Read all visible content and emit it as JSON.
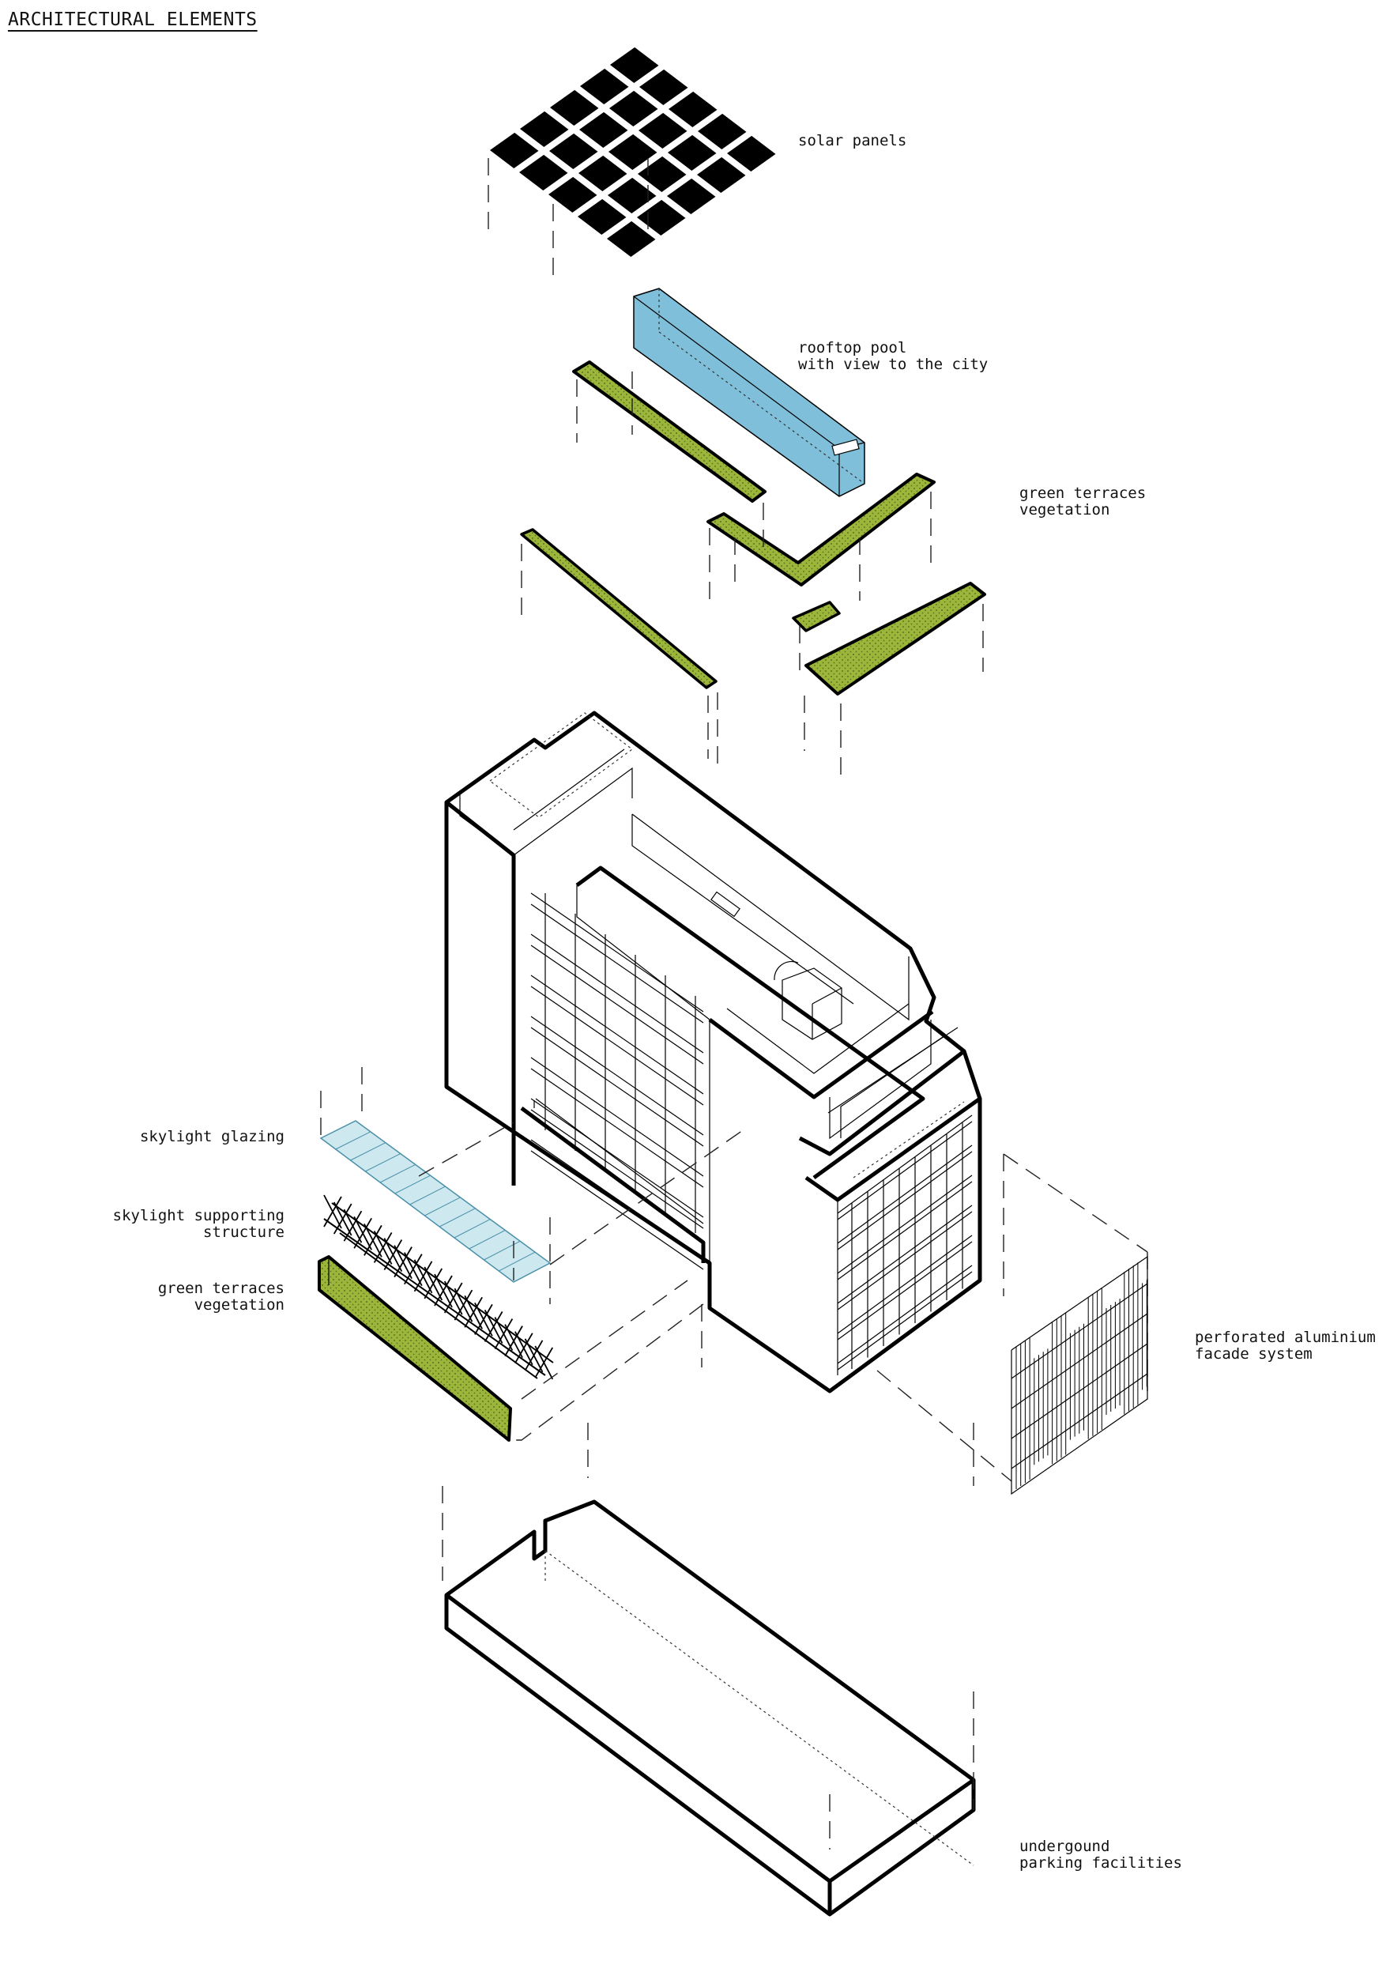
{
  "title": "ARCHITECTURAL ELEMENTS",
  "labels": {
    "solar_panels": "solar panels",
    "rooftop_pool": "rooftop pool\nwith view to the city",
    "green_terraces_top": "green terraces\nvegetation",
    "skylight_glazing": "skylight glazing",
    "skylight_structure": "skylight supporting\nstructure",
    "green_terraces_side": "green terraces\nvegetation",
    "facade_system": "perforated aluminium\nfacade system",
    "parking": "undergound\nparking facilities"
  },
  "colors": {
    "line": "#000000",
    "vegetation": "#9bb63a",
    "pool": "#7fbfd9",
    "glazing": "#cde9ef",
    "background": "#ffffff"
  }
}
